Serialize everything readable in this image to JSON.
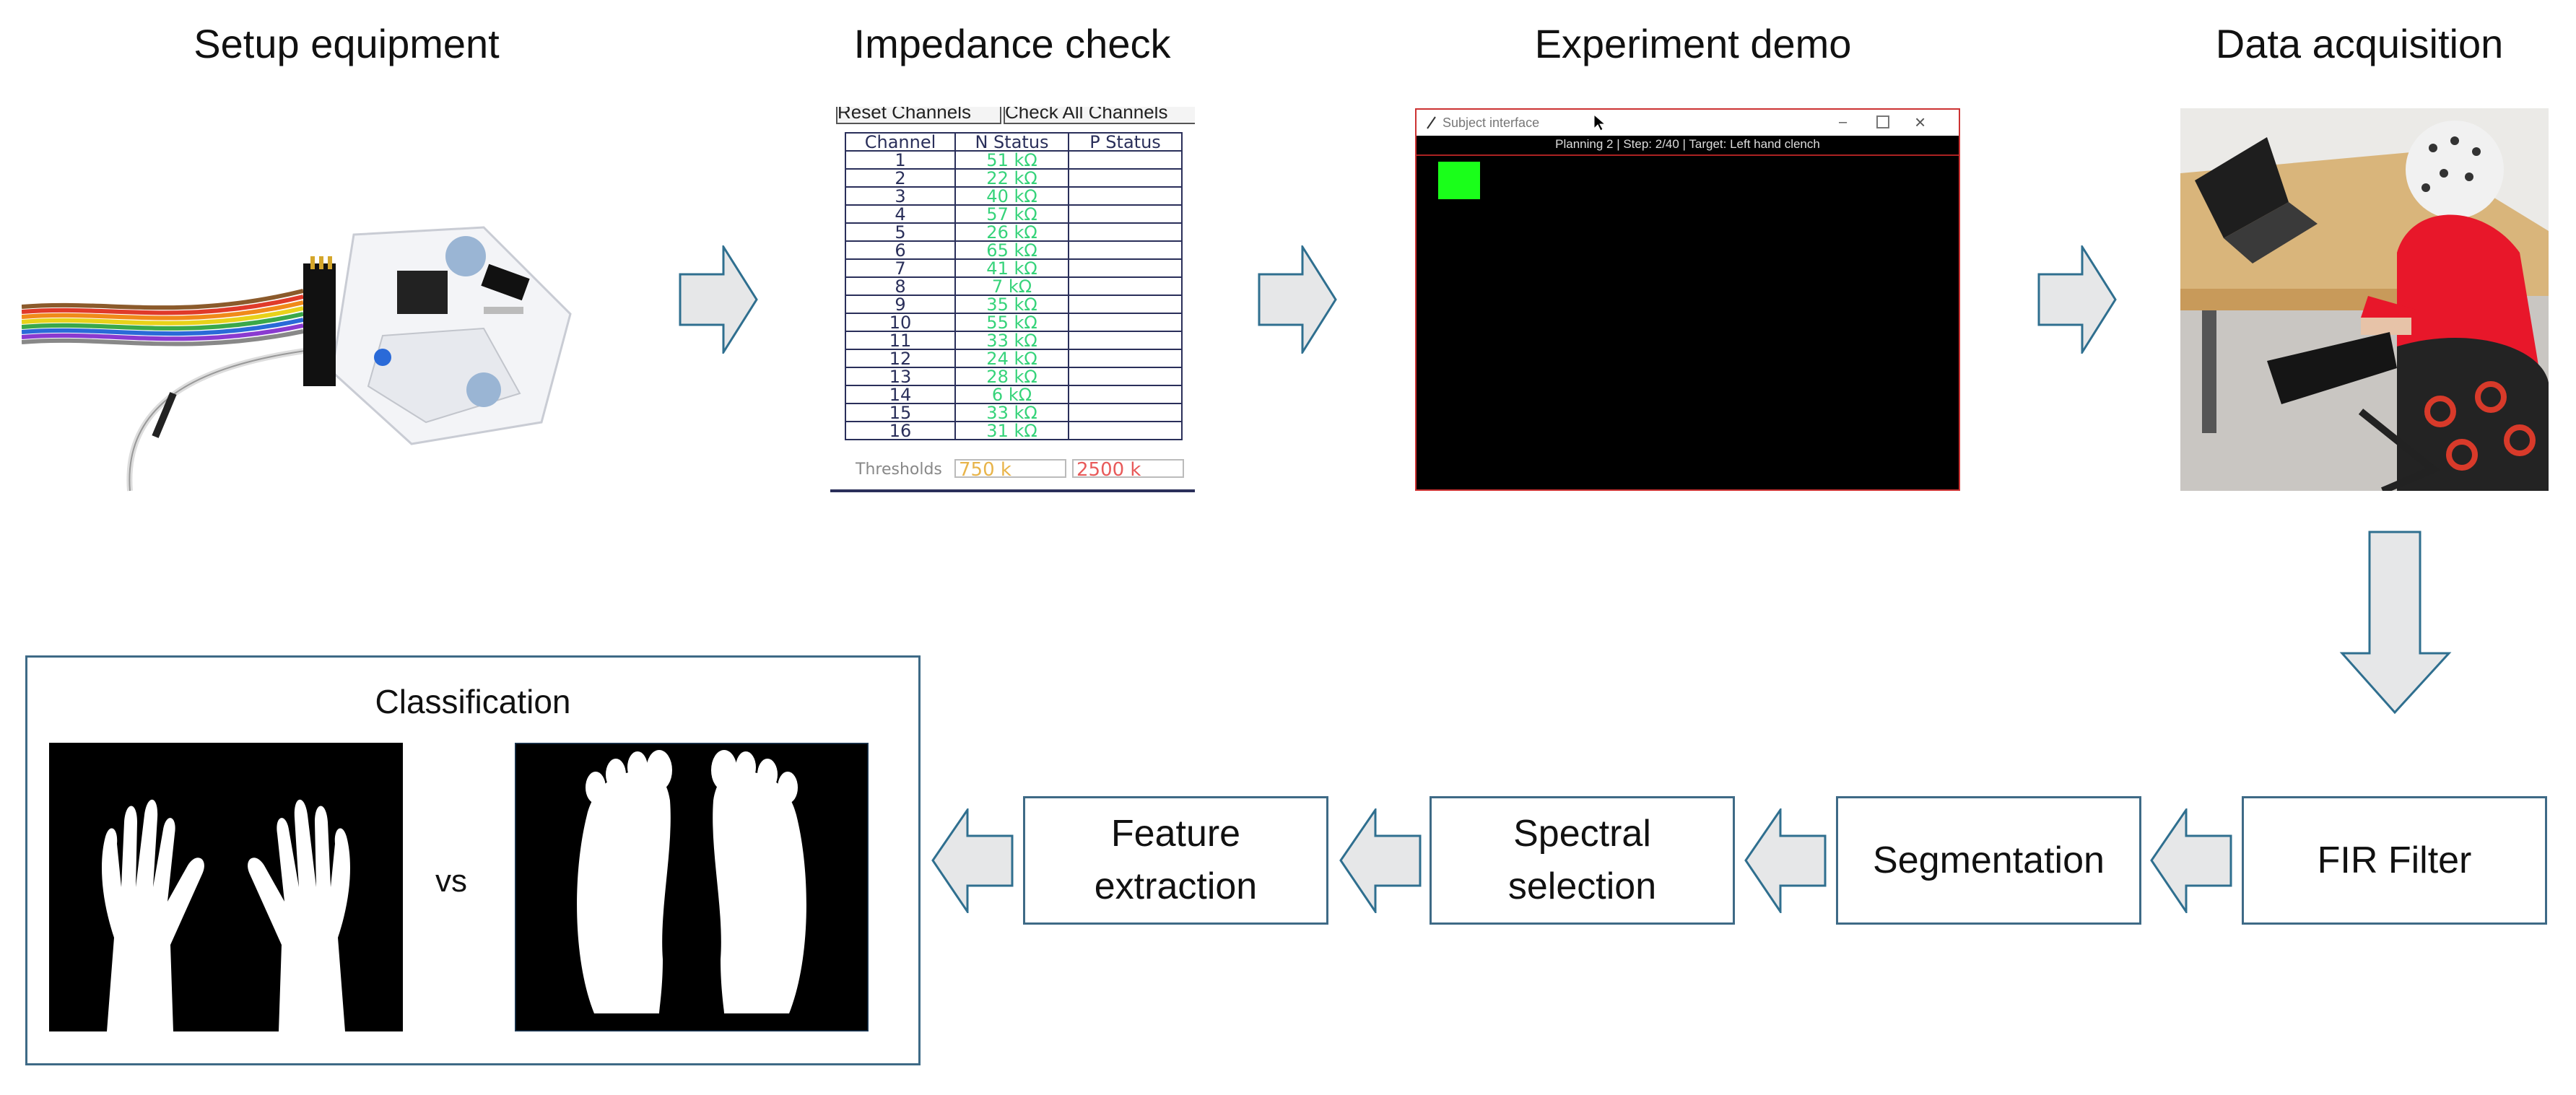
{
  "stages": {
    "setup": "Setup equipment",
    "impedance": "Impedance check",
    "demo": "Experiment demo",
    "acquisition": "Data acquisition"
  },
  "impedance_panel": {
    "tab_reset": "Reset Channels",
    "tab_check": "Check All Channels",
    "headers": [
      "Channel",
      "N Status",
      "P Status"
    ],
    "rows": [
      {
        "channel": "1",
        "n_status": "51 kΩ",
        "p_status": ""
      },
      {
        "channel": "2",
        "n_status": "22 kΩ",
        "p_status": ""
      },
      {
        "channel": "3",
        "n_status": "40 kΩ",
        "p_status": ""
      },
      {
        "channel": "4",
        "n_status": "57 kΩ",
        "p_status": ""
      },
      {
        "channel": "5",
        "n_status": "26 kΩ",
        "p_status": ""
      },
      {
        "channel": "6",
        "n_status": "65 kΩ",
        "p_status": ""
      },
      {
        "channel": "7",
        "n_status": "41 kΩ",
        "p_status": ""
      },
      {
        "channel": "8",
        "n_status": "7 kΩ",
        "p_status": ""
      },
      {
        "channel": "9",
        "n_status": "35 kΩ",
        "p_status": ""
      },
      {
        "channel": "10",
        "n_status": "55 kΩ",
        "p_status": ""
      },
      {
        "channel": "11",
        "n_status": "33 kΩ",
        "p_status": ""
      },
      {
        "channel": "12",
        "n_status": "24 kΩ",
        "p_status": ""
      },
      {
        "channel": "13",
        "n_status": "28 kΩ",
        "p_status": ""
      },
      {
        "channel": "14",
        "n_status": "6 kΩ",
        "p_status": ""
      },
      {
        "channel": "15",
        "n_status": "33 kΩ",
        "p_status": ""
      },
      {
        "channel": "16",
        "n_status": "31 kΩ",
        "p_status": ""
      }
    ],
    "thresholds_label": "Thresholds",
    "threshold_low": "750 k",
    "threshold_high": "2500 k",
    "colors": {
      "ok": "#36d37a",
      "low": "#e8b44a",
      "high": "#e85a5a"
    }
  },
  "subject_window": {
    "title": "Subject interface",
    "status": "Planning 2 | Step: 2/40 | Target: Left hand clench",
    "cue_color": "#1aff1a"
  },
  "pipeline": {
    "fir": "FIR Filter",
    "segmentation": "Segmentation",
    "spectral": "Spectral selection",
    "feature": "Feature extraction"
  },
  "classification": {
    "title": "Classification",
    "vs": "vs"
  },
  "colors": {
    "box_border": "#3e6a86",
    "arrow_fill": "#e6e7e8",
    "arrow_stroke": "#2f6f8f"
  }
}
